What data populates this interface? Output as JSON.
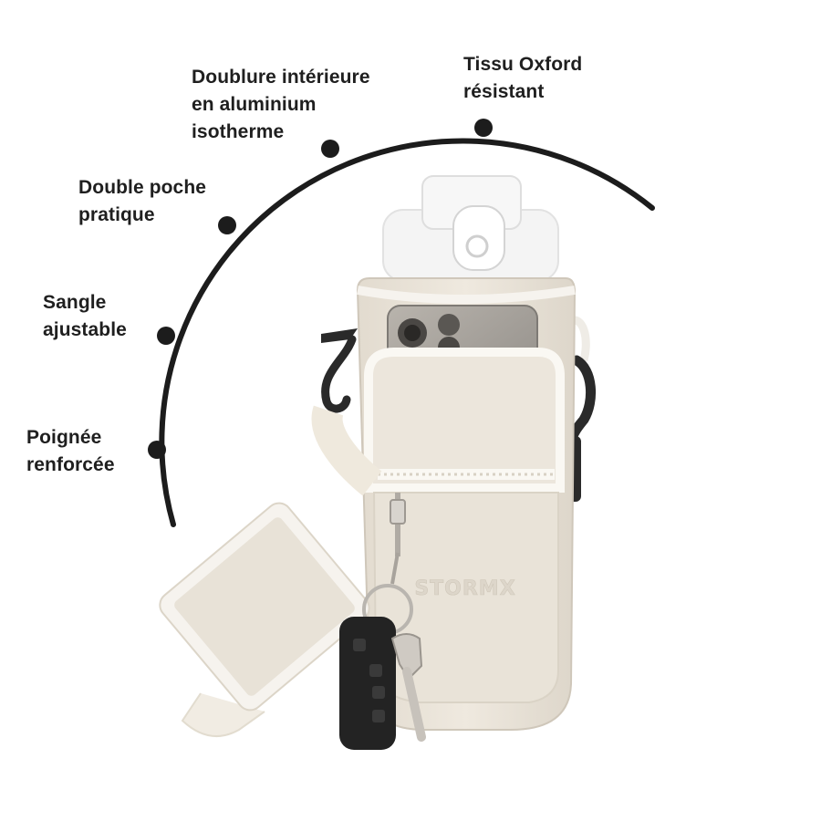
{
  "features": [
    {
      "id": "tissu",
      "lines": [
        "Tissu ",
        "résistant"
      ],
      "emphasis": "Oxford"
    },
    {
      "id": "doublure",
      "lines": [
        "Doublure intérieure",
        "en aluminium",
        "isotherme"
      ]
    },
    {
      "id": "poche",
      "lines": [
        "Double poche",
        "pratique"
      ]
    },
    {
      "id": "sangle",
      "lines": [
        "Sangle",
        "ajustable"
      ]
    },
    {
      "id": "poignee",
      "lines": [
        "Poignée",
        "renforcée"
      ]
    }
  ],
  "product": {
    "brand_mark": "STORMX",
    "colors": {
      "sleeve": "#ece6dc",
      "trim": "#f8f6f1",
      "arc": "#1c1c1c",
      "text": "#1f1f1f"
    }
  }
}
